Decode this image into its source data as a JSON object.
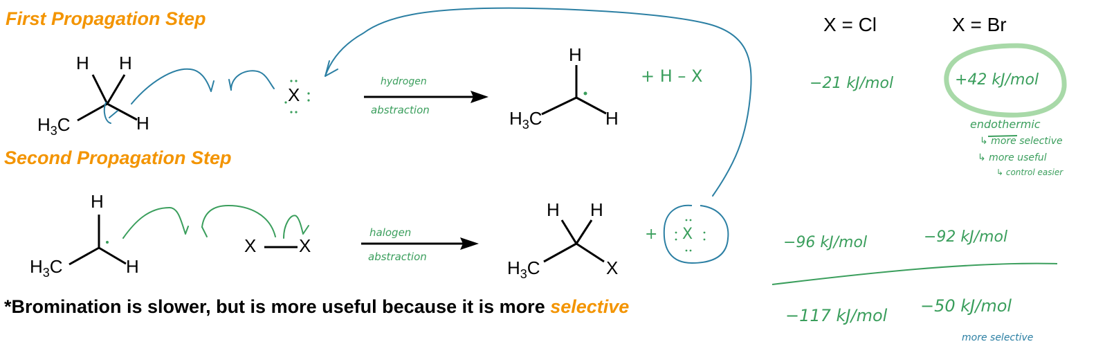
{
  "headings": {
    "first_step": "First Propagation Step",
    "second_step": "Second Propagation Step"
  },
  "step1": {
    "reactant_methyl": {
      "h_left": "H",
      "h_right": "H",
      "h_bottom": "H",
      "ch3": "H",
      "ch3_sub": "3",
      "ch3_c": "C"
    },
    "radical_atom": "X",
    "arrow_label_top": "hydrogen",
    "arrow_label_bottom": "abstraction",
    "product_radical": {
      "h_top": "H",
      "h_right": "H",
      "ch3": "H",
      "ch3_sub": "3",
      "ch3_c": "C"
    },
    "byproduct": "+   H – X"
  },
  "step2": {
    "reactant_radical": {
      "h_top": "H",
      "h_bottom": "H",
      "ch3": "H",
      "ch3_sub": "3",
      "ch3_c": "C"
    },
    "halogen_left": "X",
    "halogen_right": "X",
    "arrow_label_top": "halogen",
    "arrow_label_bottom": "abstraction",
    "product": {
      "h_left": "H",
      "h_right": "H",
      "x": "X",
      "ch3": "H",
      "ch3_sub": "3",
      "ch3_c": "C"
    },
    "plus": "+",
    "radical_product": "X"
  },
  "energy_table": {
    "columns": [
      "X = Cl",
      "X = Br"
    ],
    "step1": [
      "−21 kJ/mol",
      "+42 kJ/mol"
    ],
    "step2": [
      "−96 kJ/mol",
      "−92 kJ/mol"
    ],
    "total": [
      "−117 kJ/mol",
      "−50 kJ/mol"
    ],
    "br_notes": [
      "endothermic",
      "↳ more selective",
      "↳ more useful",
      "↳ control easier"
    ],
    "total_note": "more selective"
  },
  "footer": {
    "text": "*Bromination is slower, but is more useful because it is more ",
    "highlight": "selective"
  },
  "colors": {
    "heading_orange": "#f39400",
    "ink_green": "#3a9e5c",
    "ink_blue": "#2b7fa3",
    "highlight_green": "#a8d9a8"
  }
}
